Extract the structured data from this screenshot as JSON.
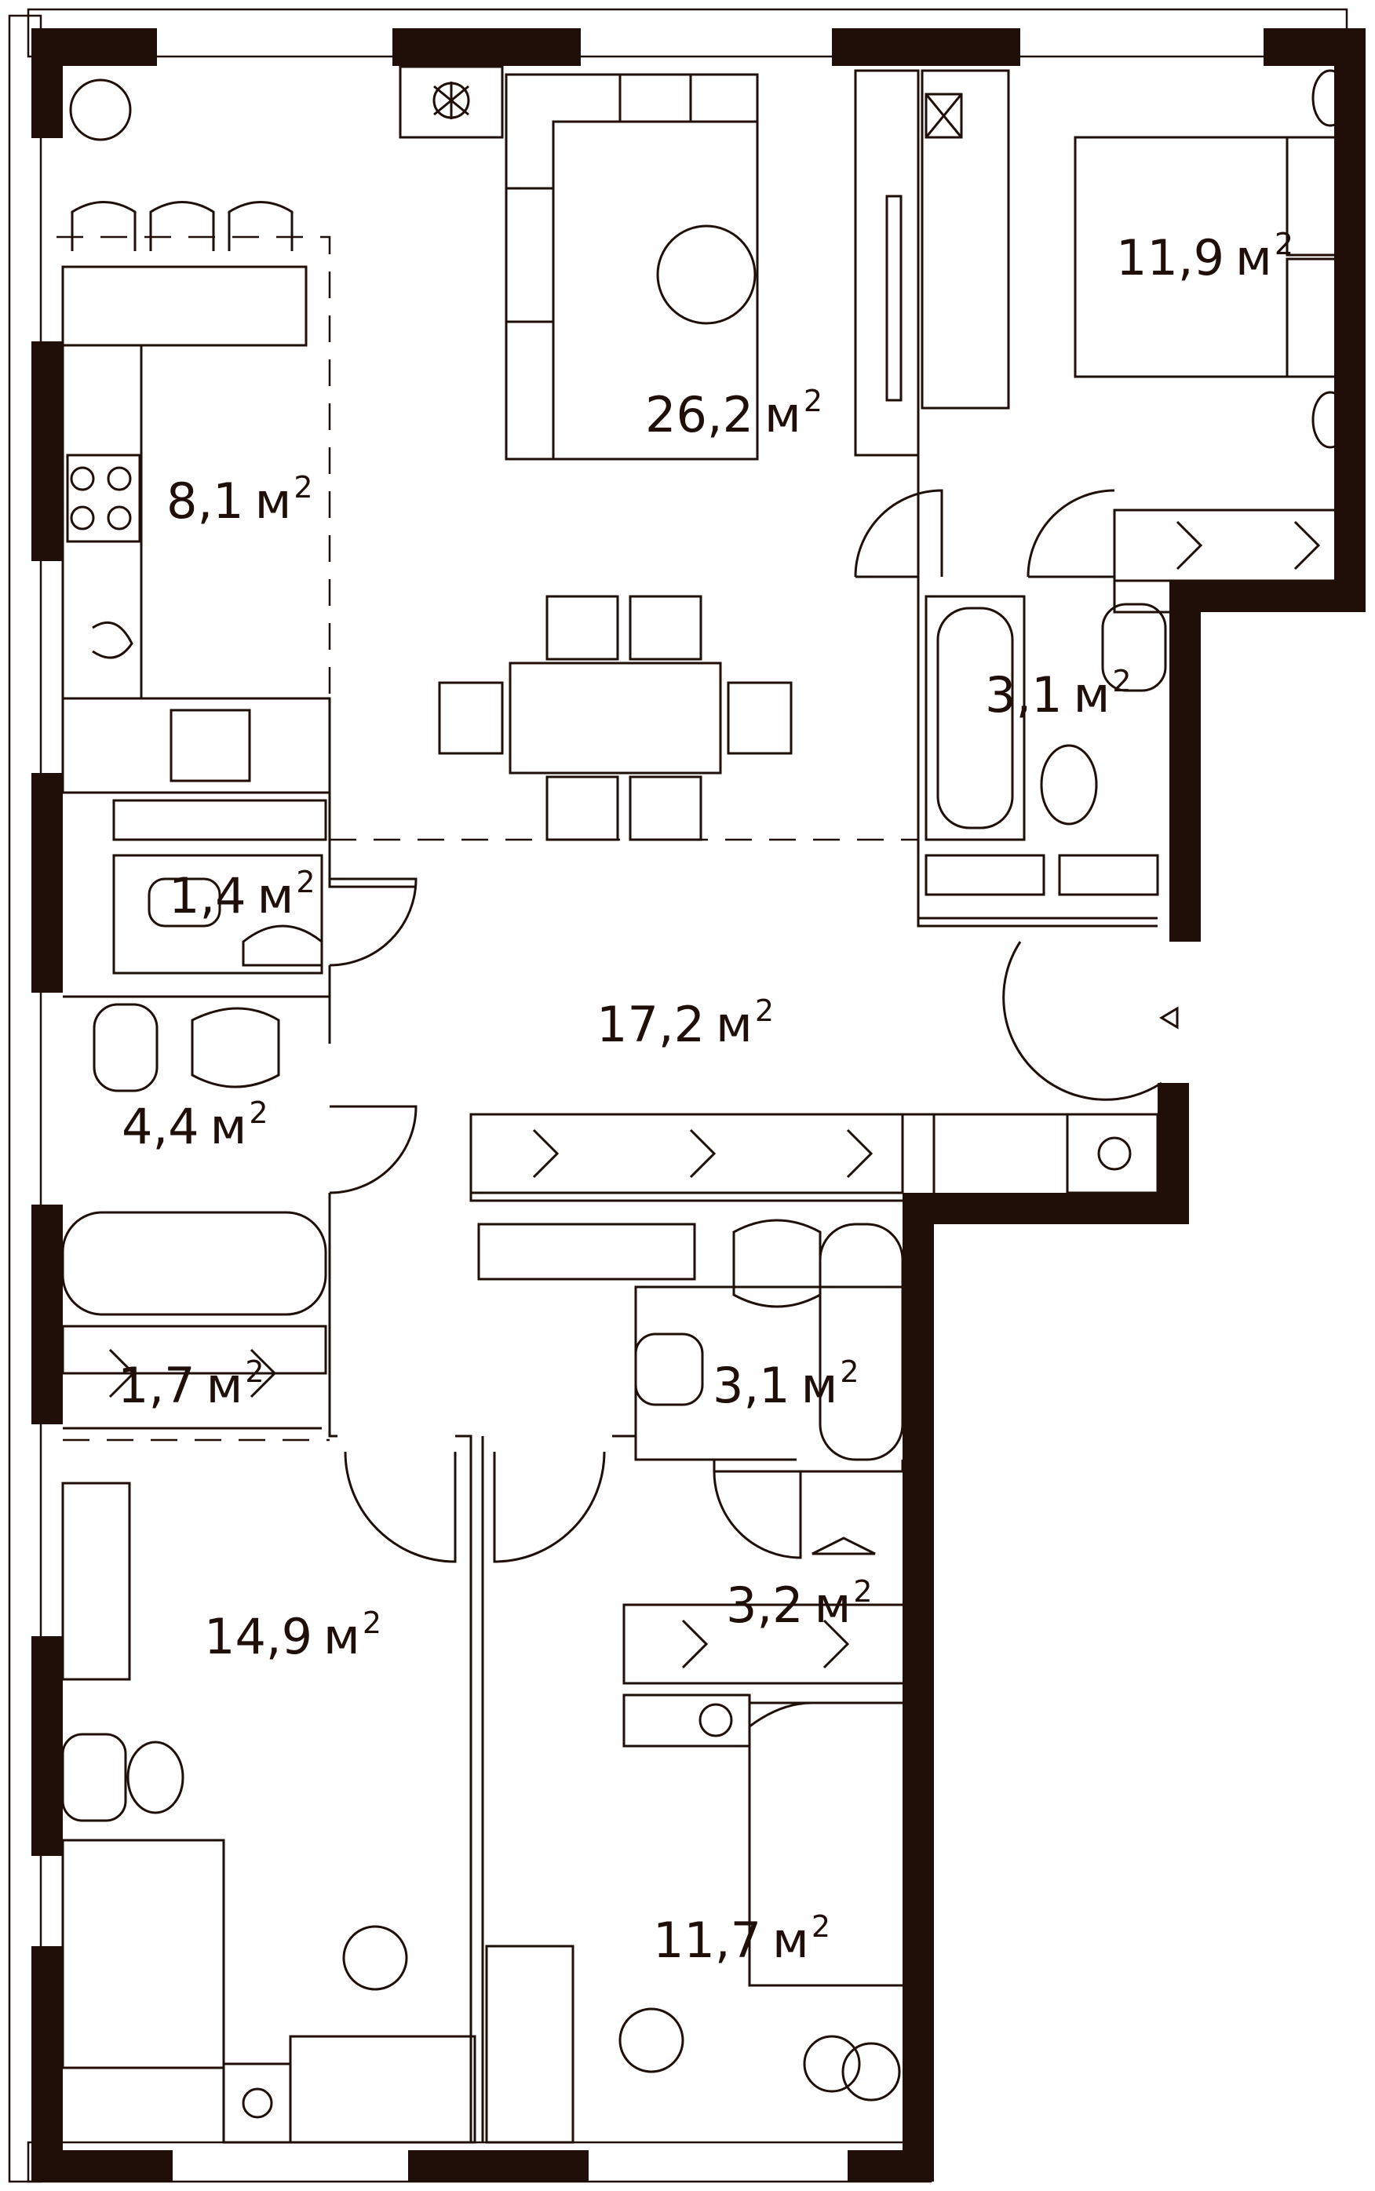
{
  "colors": {
    "wall": "#1f0f08",
    "line": "#1f0f08",
    "background": "#ffffff"
  },
  "icons": [
    "sun-icon",
    "plant-icon",
    "door-swing-icon",
    "entrance-arrow-icon"
  ],
  "rooms": [
    {
      "id": "living",
      "area": "26,2",
      "unit": "м",
      "power": "2"
    },
    {
      "id": "bedroom-1",
      "area": "11,9",
      "unit": "м",
      "power": "2"
    },
    {
      "id": "kitchen",
      "area": "8,1",
      "unit": "м",
      "power": "2"
    },
    {
      "id": "bath-1",
      "area": "3,1",
      "unit": "м",
      "power": "2"
    },
    {
      "id": "wc",
      "area": "1,4",
      "unit": "м",
      "power": "2"
    },
    {
      "id": "hall",
      "area": "17,2",
      "unit": "м",
      "power": "2"
    },
    {
      "id": "bath-2",
      "area": "4,4",
      "unit": "м",
      "power": "2"
    },
    {
      "id": "closet-1",
      "area": "1,7",
      "unit": "м",
      "power": "2"
    },
    {
      "id": "bath-3",
      "area": "3,1",
      "unit": "м",
      "power": "2"
    },
    {
      "id": "closet-2",
      "area": "3,2",
      "unit": "м",
      "power": "2"
    },
    {
      "id": "bedroom-2",
      "area": "14,9",
      "unit": "м",
      "power": "2"
    },
    {
      "id": "bedroom-3",
      "area": "11,7",
      "unit": "м",
      "power": "2"
    }
  ]
}
